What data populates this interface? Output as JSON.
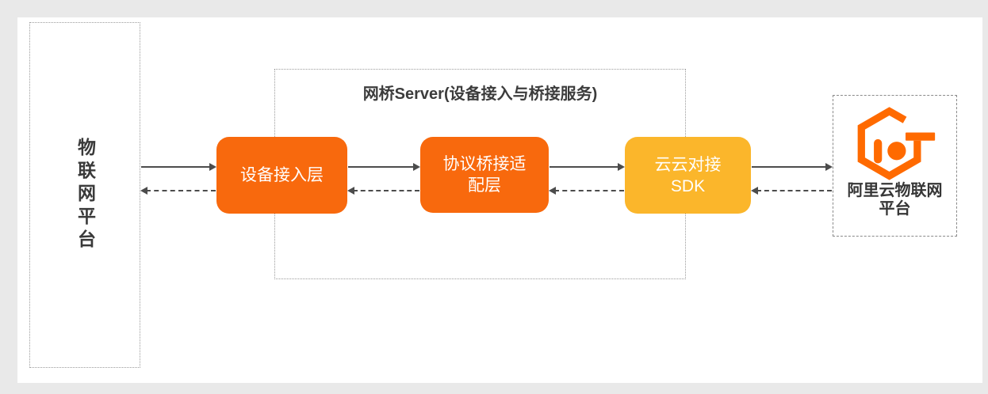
{
  "page": {
    "background_color": "#E9E9E9",
    "card_color": "#FFFFFF",
    "border_dotted_color": "#9B9B9B",
    "border_dashed_color": "#8A8A8A",
    "text_color": "#3A3A3A",
    "arrow_color": "#4C4C4C"
  },
  "diagram": {
    "iot_platform": {
      "label": "物联网平台"
    },
    "bridge_server": {
      "title": "网桥Server(设备接入与桥接服务)"
    },
    "nodes": [
      {
        "id": "device-access-layer",
        "label": "设备接入层",
        "color": "#F8690D"
      },
      {
        "id": "protocol-bridge-adapter-layer",
        "label": "协议桥接适\n配层",
        "color": "#F8690D"
      },
      {
        "id": "cloud-cloud-sdk",
        "label": "云云对接\nSDK",
        "color": "#FBB62B"
      }
    ],
    "aliyun_platform": {
      "label": "阿里云物联网\n平台",
      "logo_icon": "aliyun-iot-logo",
      "logo_color": "#FF6A00"
    },
    "arrows": {
      "solid_direction": "right",
      "dashed_direction": "left",
      "color": "#4C4C4C"
    }
  }
}
